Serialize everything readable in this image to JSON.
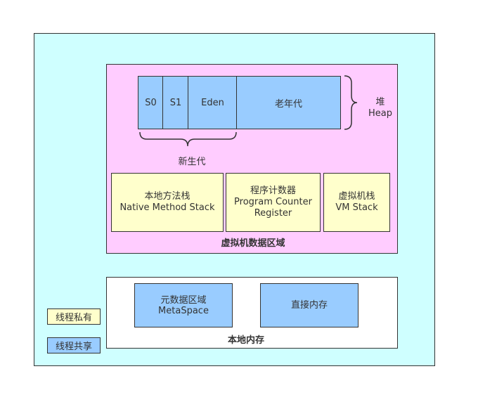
{
  "colors": {
    "outer_bg": "#cfffff",
    "jvm_bg": "#ffccff",
    "shared_fill": "#99ccff",
    "private_fill": "#ffffcc",
    "native_bg": "#ffffff",
    "border": "#333333"
  },
  "heap": {
    "s0": "S0",
    "s1": "S1",
    "eden": "Eden",
    "old": "老年代",
    "label_cn": "堆",
    "label_en": "Heap",
    "young_label": "新生代"
  },
  "stacks": {
    "native_method": {
      "line1": "本地方法栈",
      "line2": "Native Method Stack"
    },
    "pc_register": {
      "line1": "程序计数器",
      "line2": "Program Counter",
      "line3": "Register"
    },
    "vm_stack": {
      "line1": "虚拟机栈",
      "line2": "VM Stack"
    }
  },
  "jvm_area_label": "虚拟机数据区域",
  "native_memory": {
    "metaspace": {
      "line1": "元数据区域",
      "line2": "MetaSpace"
    },
    "direct": "直接内存",
    "label": "本地内存"
  },
  "legend": {
    "private": "线程私有",
    "shared": "线程共享"
  }
}
